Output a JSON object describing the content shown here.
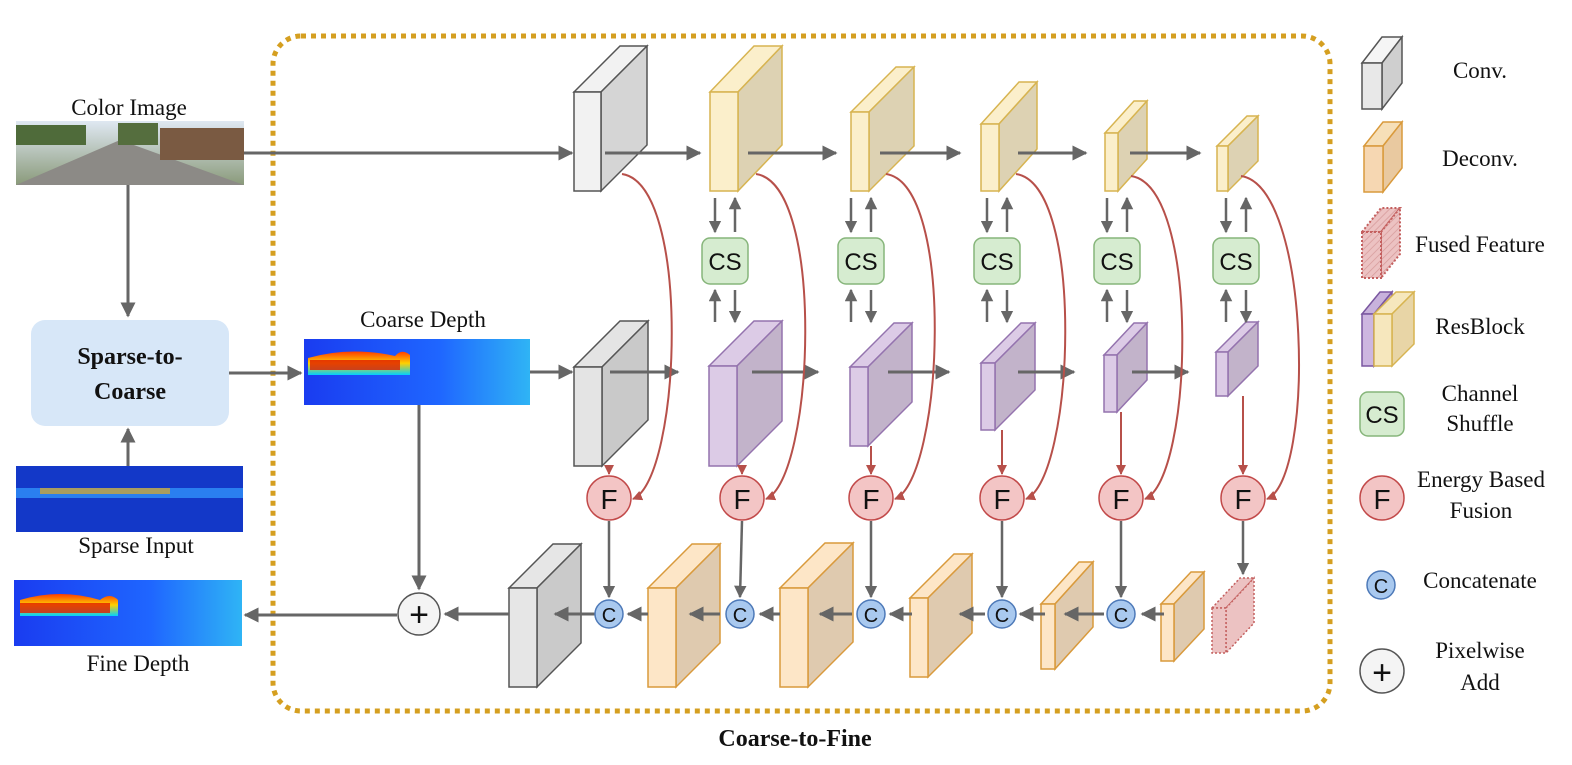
{
  "labels": {
    "color_image": "Color Image",
    "sparse_input": "Sparse Input",
    "fine_depth": "Fine Depth",
    "coarse_depth": "Coarse Depth",
    "sparse_to_coarse_line1": "Sparse-to-",
    "sparse_to_coarse_line2": "Coarse",
    "coarse_to_fine": "Coarse-to-Fine"
  },
  "symbols": {
    "channel_shuffle": "CS",
    "fusion": "F",
    "concatenate": "C",
    "add": "+"
  },
  "legend": {
    "conv": "Conv.",
    "deconv": "Deconv.",
    "fused_feature": "Fused Feature",
    "resblock": "ResBlock",
    "channel_shuffle_1": "Channel",
    "channel_shuffle_2": "Shuffle",
    "energy_1": "Energy Based",
    "energy_2": "Fusion",
    "concatenate": "Concatenate",
    "add_1": "Pixelwise",
    "add_2": "Add"
  },
  "colors": {
    "conv_fill": "#e8e8e8",
    "conv_stroke": "#555555",
    "deconv_fill": "#f3e3bd",
    "deconv_stroke": "#d7b451",
    "deconv_bottom_fill": "#f6d7b2",
    "deconv_bottom_stroke": "#d99a3c",
    "resblock_fill": "#dccbe6",
    "resblock_stroke": "#9473ae",
    "fused_fill": "#e8b9b9",
    "fused_stroke": "#c4605f",
    "cs_fill": "#d6ecd0",
    "cs_stroke": "#86b57a",
    "fusion_fill": "#f3c5c5",
    "fusion_stroke": "#c24a4a",
    "concat_fill": "#a9c9ef",
    "concat_stroke": "#4d79b8",
    "arrow_gray": "#666666",
    "arrow_red": "#b7504a",
    "dotted_border": "#d59f20",
    "sparse_box": "#d7e7f8"
  }
}
